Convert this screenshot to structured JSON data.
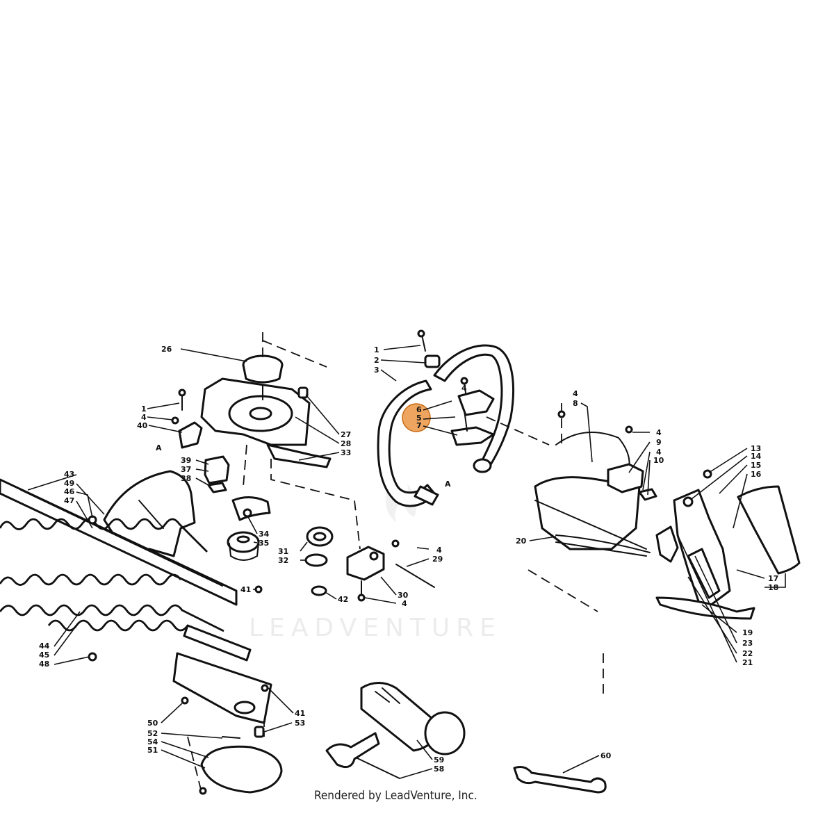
{
  "watermark": "LEADVENTURE",
  "footer": "Rendered by LeadVenture, Inc.",
  "highlight_color": "#e8872a",
  "callouts": {
    "c1": "1",
    "c2": "2",
    "c3": "3",
    "c4a": "4",
    "c6": "6",
    "c5": "5",
    "c7": "7",
    "c4b": "4",
    "c8": "8",
    "c4c": "4",
    "c9": "9",
    "c4d": "4",
    "c10": "10",
    "c13": "13",
    "c14": "14",
    "c15": "15",
    "c16": "16",
    "c17": "17",
    "c18": "18",
    "c19": "19",
    "c23": "23",
    "c22": "22",
    "c21": "21",
    "c20": "20",
    "c26": "26",
    "c1b": "1",
    "c4e": "4",
    "c40": "40",
    "c27": "27",
    "c28": "28",
    "c33": "33",
    "c39": "39",
    "c37": "37",
    "c38": "38",
    "c43": "43",
    "c49": "49",
    "c46": "46",
    "c47": "47",
    "c34": "34",
    "c35": "35",
    "c31": "31",
    "c32": "32",
    "c41a": "41",
    "c4f": "4",
    "c29": "29",
    "c30": "30",
    "c4g": "4",
    "c42": "42",
    "c44": "44",
    "c45": "45",
    "c48": "48",
    "c41b": "41",
    "c53": "53",
    "c50": "50",
    "c52": "52",
    "c54": "54",
    "c51": "51",
    "c59": "59",
    "c58": "58",
    "c60": "60",
    "refA1": "A",
    "refA2": "A"
  }
}
